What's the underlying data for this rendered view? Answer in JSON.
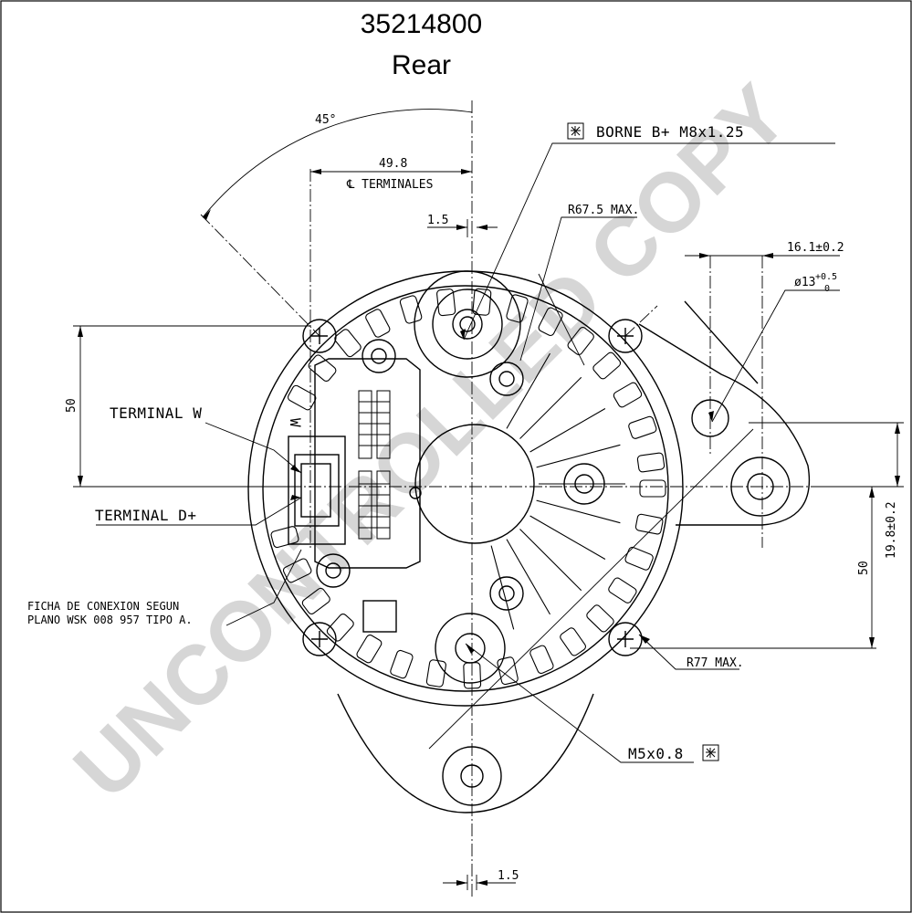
{
  "title": {
    "part_number": "35214800",
    "view": "Rear"
  },
  "labels": {
    "angle": "45°",
    "dim_terminals": "49.8",
    "cl_terminales": "℄ TERMINALES",
    "dim_offset_top": "1.5",
    "dim_offset_bottom": "1.5",
    "borne": "BORNE  B+  M8x1.25",
    "r_max_top": "R67.5 MAX.",
    "dim_mount_width": "16.1±0.2",
    "hole_diameter": "ø13",
    "hole_tol_upper": "+0.5",
    "hole_tol_lower": "0",
    "dim_left_50": "50",
    "terminal_w": "TERMINAL  W",
    "terminal_d": "TERMINAL  D+",
    "dim_right_50": "50",
    "dim_right_198": "19.8±0.2",
    "r_max_bottom": "R77 MAX.",
    "m5": "M5x0.8",
    "ficha_line1": "FICHA DE CONEXION SEGUN",
    "ficha_line2": "PLANO WSK 008 957 TIPO A.",
    "connector_w_mark": "W",
    "watermark": "UNCONTROLLED COPY"
  }
}
